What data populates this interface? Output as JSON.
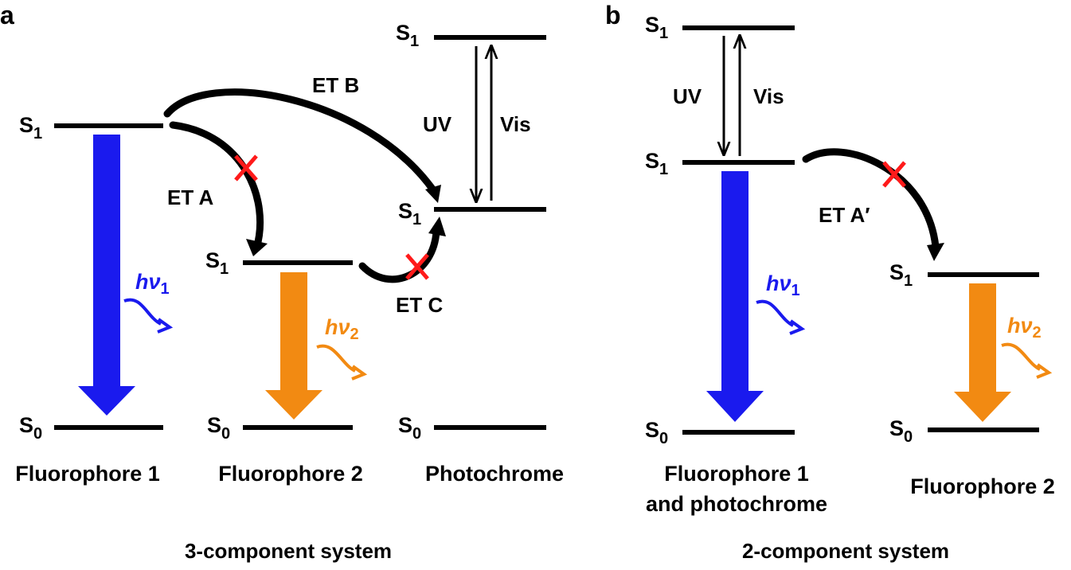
{
  "panels": {
    "a": "a",
    "b": "b"
  },
  "states": {
    "s1": "S",
    "s1_sub": "1",
    "s0": "S",
    "s0_sub": "0"
  },
  "transitions": {
    "uv": "UV",
    "vis": "Vis",
    "et_a": "ET A",
    "et_b": "ET B",
    "et_c": "ET C",
    "et_a_prime": "ET A′"
  },
  "emission": {
    "h": "h",
    "nu": "ν",
    "sub1": "1",
    "sub2": "2"
  },
  "components_a": {
    "f1": "Fluorophore 1",
    "f2": "Fluorophore 2",
    "pc": "Photochrome"
  },
  "components_b": {
    "f1_line1": "Fluorophore 1",
    "f1_line2": "and photochrome",
    "f2": "Fluorophore 2"
  },
  "systems": {
    "a": "3-component system",
    "b": "2-component system"
  },
  "colors": {
    "blue": "#1a1aee",
    "orange": "#f28a12",
    "red": "#ff1a1a",
    "black": "#000000"
  }
}
